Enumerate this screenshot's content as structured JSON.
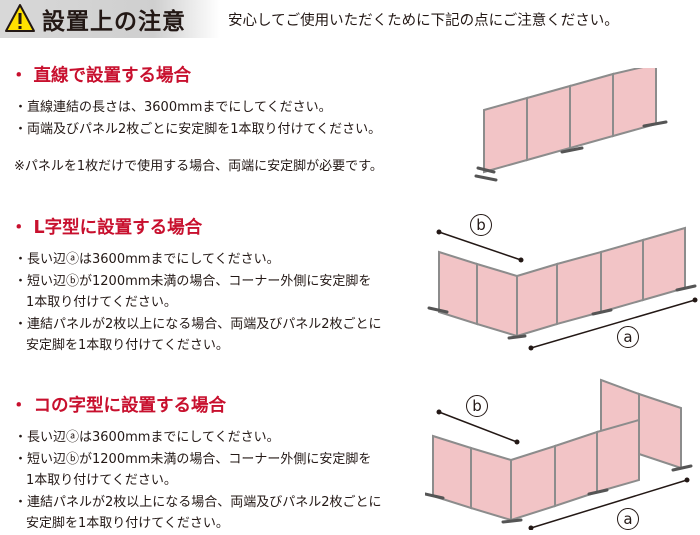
{
  "header": {
    "title": "設置上の注意",
    "subtitle": "安心してご使用いただくために下記の点にご注意ください。"
  },
  "sections": [
    {
      "heading": "直線で設置する場合",
      "lines": [
        "・直線連結の長さは、3600mmまでにしてください。",
        "・両端及びパネル2枚ごとに安定脚を1本取り付けてください。"
      ],
      "note": "※パネルを1枚だけで使用する場合、両端に安定脚が必要です。"
    },
    {
      "heading": "L字型に設置する場合",
      "lines": [
        "・長い辺ⓐは3600mmまでにしてください。",
        "・短い辺ⓑが1200mm未満の場合、コーナー外側に安定脚を",
        "1本取り付けてください。",
        "・連結パネルが2枚以上になる場合、両端及びパネル2枚ごとに",
        "安定脚を1本取り付けてください。"
      ]
    },
    {
      "heading": "コの字型に設置する場合",
      "lines": [
        "・長い辺ⓐは3600mmまでにしてください。",
        "・短い辺ⓑが1200mm未満の場合、コーナー外側に安定脚を",
        "1本取り付けてください。",
        "・連結パネルが2枚以上になる場合、両端及びパネル2枚ごとに",
        "安定脚を1本取り付けてください。"
      ]
    }
  ],
  "labels": {
    "a": "a",
    "b": "b"
  },
  "colors": {
    "heading": "#c8102e",
    "panel_fill": "#f2c4c6",
    "panel_frame": "#8c8c8c",
    "text": "#231815"
  }
}
